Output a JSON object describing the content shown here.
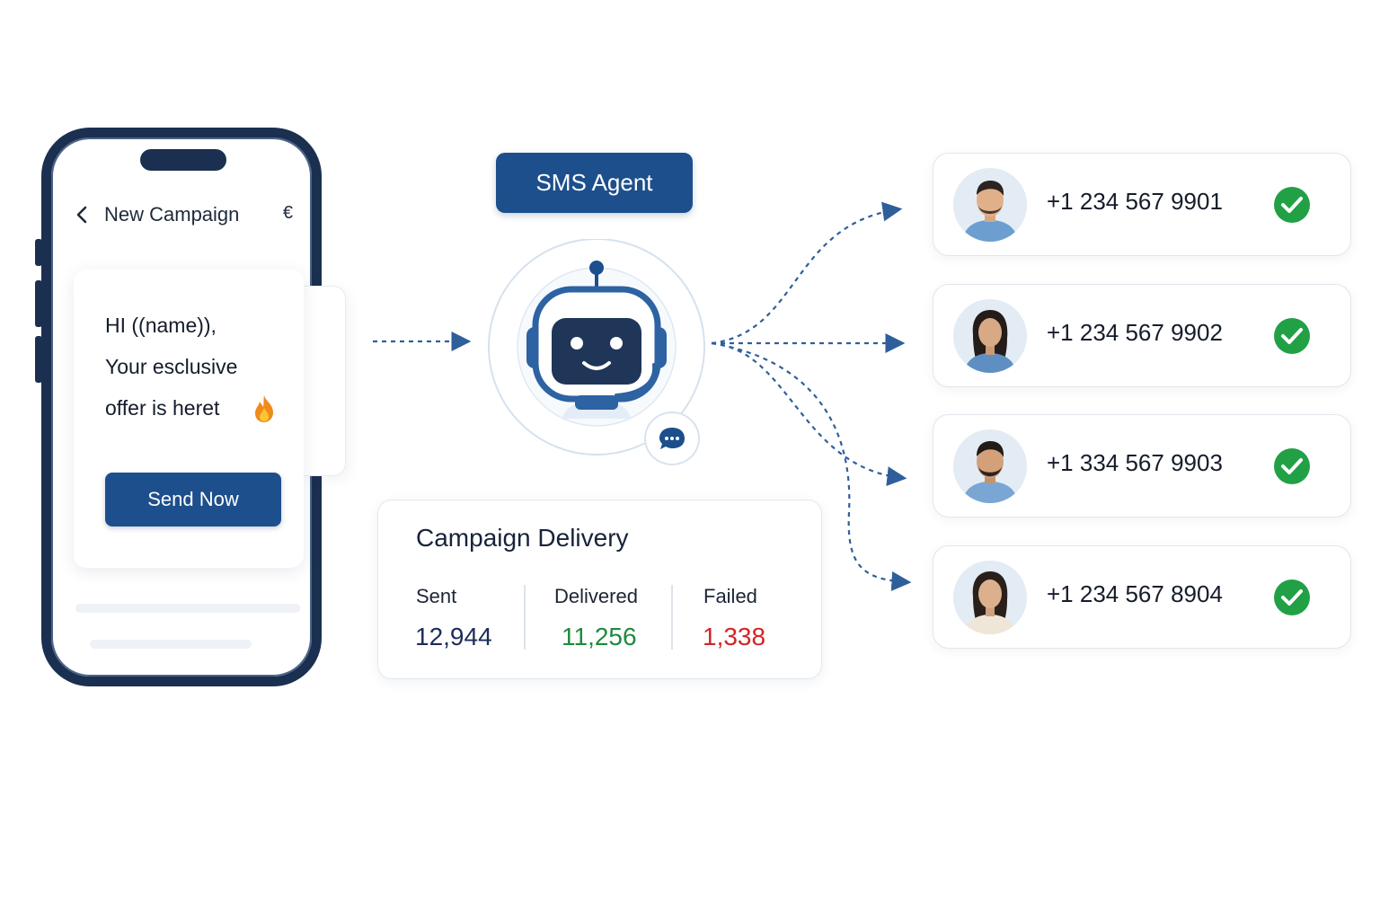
{
  "phone": {
    "header_title": "New Campaign",
    "header_extra": "€",
    "message_lines": [
      "HI ((name)),",
      "Your esclusive",
      "offer is heret"
    ],
    "send_button_label": "Send Now"
  },
  "agent": {
    "label": "SMS Agent"
  },
  "delivery": {
    "title": "Campaign Delivery",
    "stats": [
      {
        "label": "Sent",
        "value": "12,944",
        "color": "#1c2c5a"
      },
      {
        "label": "Delivered",
        "value": "11,256",
        "color": "#1e8a3e"
      },
      {
        "label": "Failed",
        "value": "1,338",
        "color": "#d42424"
      }
    ]
  },
  "recipients": [
    {
      "number": "+1 234 567 9901",
      "avatar": "male-avatar",
      "status": "delivered-check-icon"
    },
    {
      "number": "+1 234 567 9902",
      "avatar": "female-avatar",
      "status": "delivered-check-icon"
    },
    {
      "number": "+1 334 567 9903",
      "avatar": "male-avatar",
      "status": "delivered-check-icon"
    },
    {
      "number": "+1 234 567 8904",
      "avatar": "female-avatar",
      "status": "delivered-check-icon"
    }
  ],
  "colors": {
    "brand_blue": "#1d4f8c",
    "dark_navy": "#1b3050",
    "success_green": "#22a046",
    "fail_red": "#d42424"
  }
}
